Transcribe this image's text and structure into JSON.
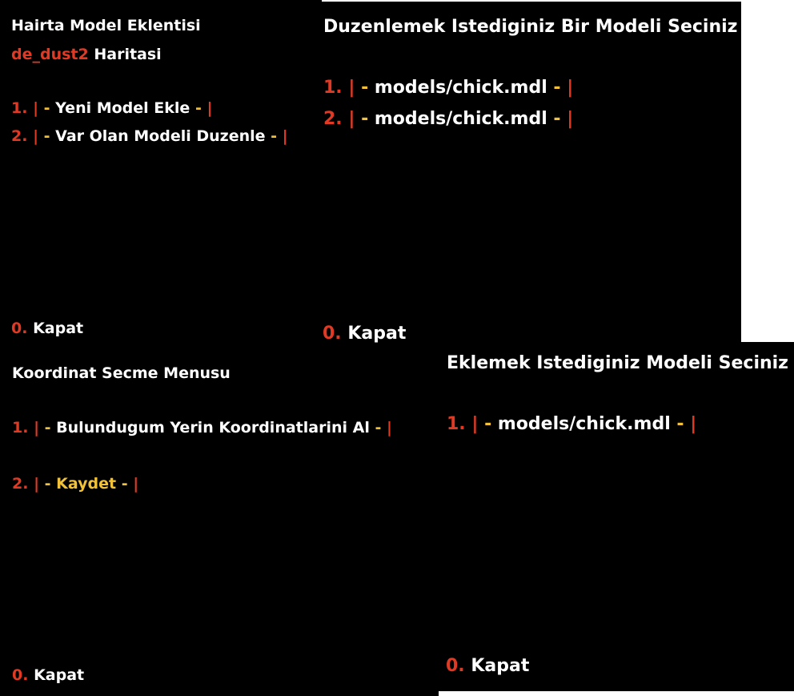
{
  "colors": {
    "background": "#000000",
    "number": "#e03a24",
    "pipe": "#e03a24",
    "dash": "#f2c13a",
    "text": "#ffffff",
    "highlight": "#f2c13a"
  },
  "menu_main": {
    "title": "Hairta Model Eklentisi",
    "map_name": "de_dust2",
    "map_suffix": "Haritasi",
    "items": [
      {
        "num": "1.",
        "pipe": "|",
        "dash": "-",
        "label": "Yeni Model Ekle",
        "dash_end": "-",
        "pipe_end": "|"
      },
      {
        "num": "2.",
        "pipe": "|",
        "dash": "-",
        "label": "Var Olan Modeli Duzenle",
        "dash_end": "-",
        "pipe_end": "|"
      }
    ],
    "exit": {
      "num": "0.",
      "label": "Kapat"
    }
  },
  "menu_edit": {
    "title": "Duzenlemek Istediginiz Bir Modeli Seciniz",
    "items": [
      {
        "num": "1.",
        "pipe": "|",
        "dash": "-",
        "label": "models/chick.mdl",
        "dash_end": "-",
        "pipe_end": "|"
      },
      {
        "num": "2.",
        "pipe": "|",
        "dash": "-",
        "label": "models/chick.mdl",
        "dash_end": "-",
        "pipe_end": "|"
      }
    ],
    "exit": {
      "num": "0.",
      "label": "Kapat"
    }
  },
  "menu_coords": {
    "title": "Koordinat Secme Menusu",
    "items": [
      {
        "num": "1.",
        "pipe": "|",
        "dash": "-",
        "label": "Bulundugum Yerin Koordinatlarini Al",
        "dash_end": "-",
        "pipe_end": "|"
      },
      {
        "num": "2.",
        "pipe": "|",
        "dash": "-",
        "label": "Kaydet",
        "dash_end": "-",
        "pipe_end": "|"
      }
    ],
    "exit": {
      "num": "0.",
      "label": "Kapat"
    }
  },
  "menu_add": {
    "title": "Eklemek Istediginiz Modeli Seciniz",
    "items": [
      {
        "num": "1.",
        "pipe": "|",
        "dash": "-",
        "label": "models/chick.mdl",
        "dash_end": "-",
        "pipe_end": "|"
      }
    ],
    "exit": {
      "num": "0.",
      "label": "Kapat"
    }
  }
}
